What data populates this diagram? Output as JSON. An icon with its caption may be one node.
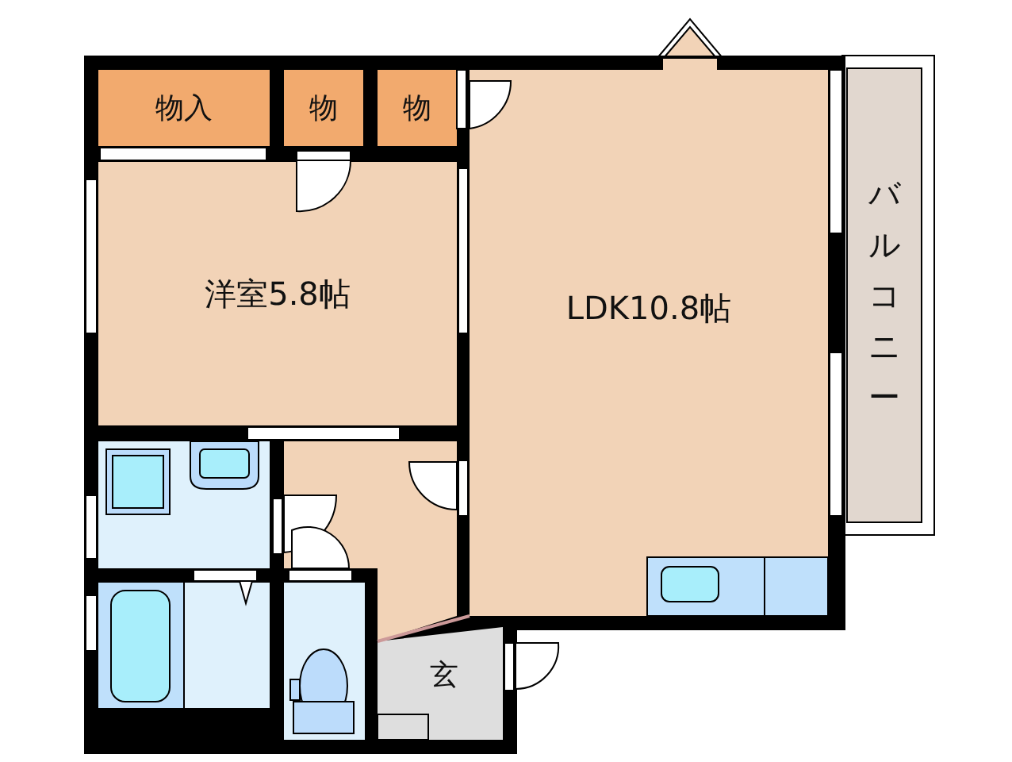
{
  "diagram": {
    "nodes": [
      {
        "text": [
          "物入"
        ]
      },
      {
        "text": [
          "物"
        ]
      },
      {
        "text": [
          "物"
        ]
      },
      {
        "text": [
          "洋室5.8帖"
        ]
      },
      {
        "text": [
          "LDK10.8帖"
        ]
      },
      {
        "text": [
          "バルコニー"
        ]
      },
      {
        "text": [
          "玄"
        ]
      }
    ]
  }
}
